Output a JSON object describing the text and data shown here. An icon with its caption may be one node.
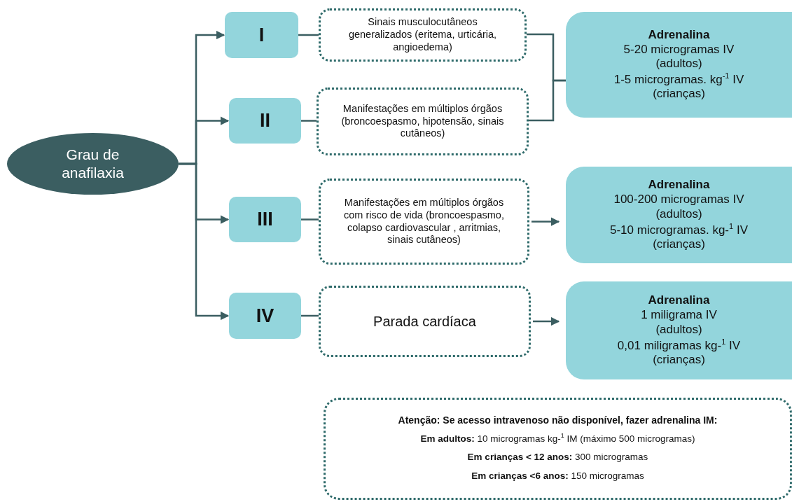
{
  "diagram": {
    "nodes": [
      {
        "text": [
          "Grau de anafilaxia"
        ]
      },
      {
        "text": [
          "I"
        ]
      },
      {
        "text": [
          "II"
        ]
      },
      {
        "text": [
          "III"
        ]
      },
      {
        "text": [
          "IV"
        ]
      },
      {
        "text": [
          "Sinais musculocutâneos generalizados (eritema, urticária, angioedema)"
        ]
      },
      {
        "text": [
          "Manifestações em múltiplos órgãos (broncoespasmo, hipotensão, sinais cutâneos)"
        ]
      },
      {
        "text": [
          "Manifestações em múltiplos órgãos com risco de vida (broncoespasmo, colapso cardiovascular , arritmias, sinais cutâneos)"
        ]
      },
      {
        "text": [
          "Parada cardíaca"
        ]
      },
      {
        "text": [
          "Adrenalina",
          "5-20 microgramas IV",
          "(adultos)",
          "1-5 microgramas. kg$^{-1}$ IV",
          "(crianças)"
        ]
      },
      {
        "text": [
          "Adrenalina",
          "100-200 microgramas IV",
          "(adultos)",
          "5-10 microgramas. kg-$^{1}$ IV",
          "(crianças)"
        ]
      },
      {
        "text": [
          "Adrenalina",
          "1 miligrama IV",
          "(adultos)",
          "0,01 miligramas kg-$^{1}$ IV",
          "(crianças)"
        ]
      },
      {
        "text": [
          "Atenção: Se acesso intravenoso não disponível, fazer adrenalina IM:",
          "**Em adultos:** 10 microgramas kg-$^{1}$ IM (máximo 500 microgramas)",
          "**Em crianças < 12 anos:** 300 microgramas",
          "**Em crianças <6 anos:** 150 microgramas"
        ]
      }
    ],
    "edges": [
      {
        "from": 0,
        "to": 1,
        "arrow": "to"
      },
      {
        "from": 0,
        "to": 2,
        "arrow": "to"
      },
      {
        "from": 0,
        "to": 3,
        "arrow": "to"
      },
      {
        "from": 0,
        "to": 4,
        "arrow": "to"
      },
      {
        "from": 1,
        "to": 5,
        "arrow": "none"
      },
      {
        "from": 2,
        "to": 6,
        "arrow": "none"
      },
      {
        "from": 3,
        "to": 7,
        "arrow": "none"
      },
      {
        "from": 4,
        "to": 8,
        "arrow": "none"
      },
      {
        "from": 5,
        "to": 9,
        "arrow": "none"
      },
      {
        "from": 6,
        "to": 9,
        "arrow": "none"
      },
      {
        "from": 7,
        "to": 10,
        "arrow": "to"
      },
      {
        "from": 8,
        "to": 11,
        "arrow": "to"
      }
    ]
  }
}
